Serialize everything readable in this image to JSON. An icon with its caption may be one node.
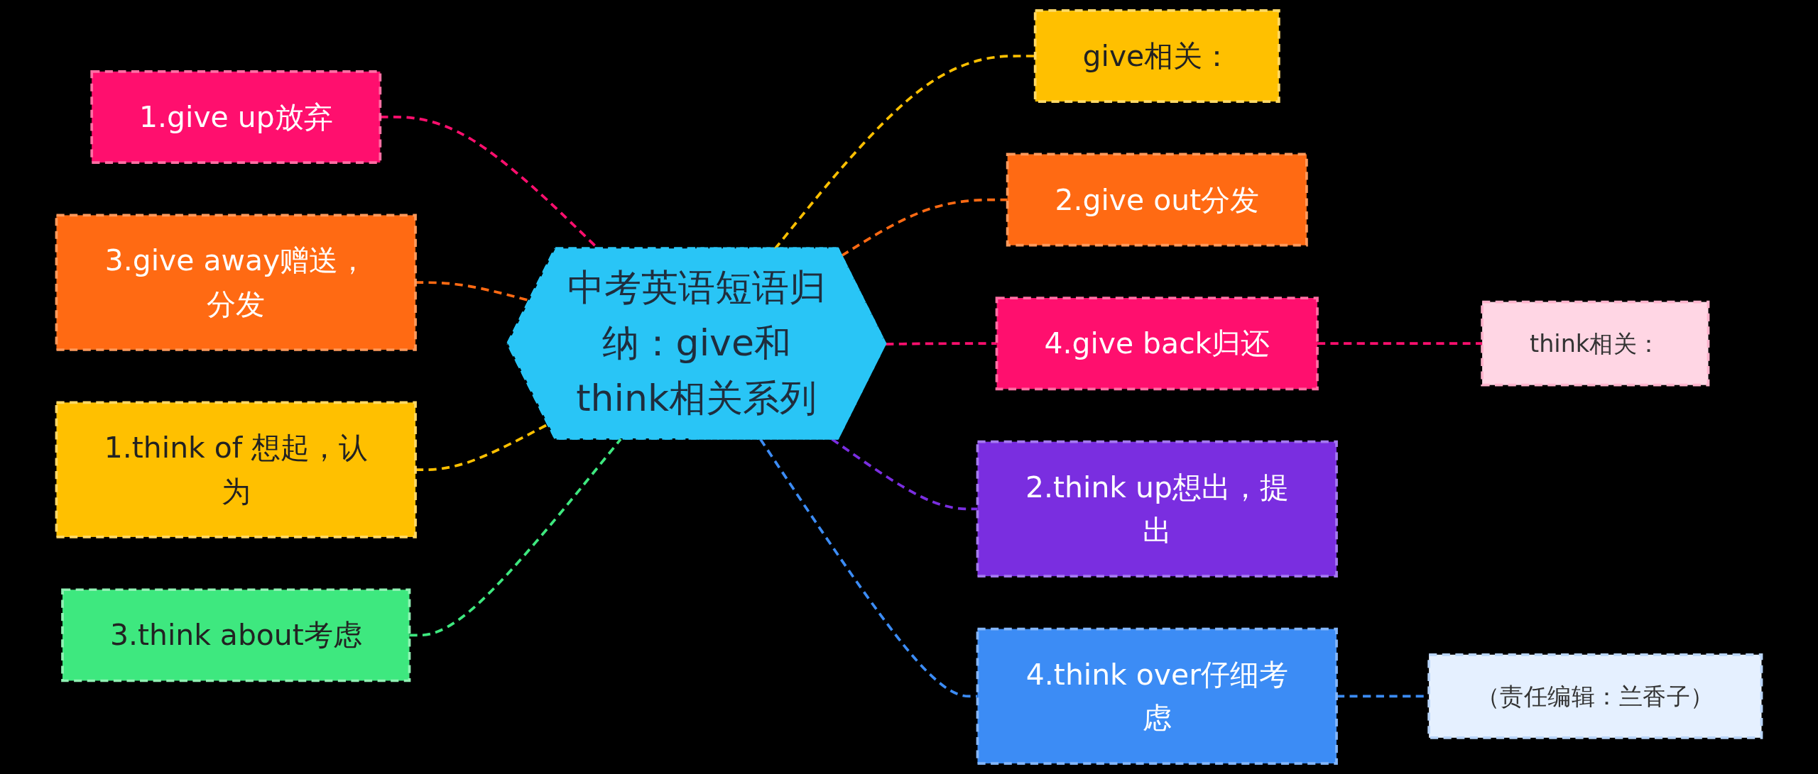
{
  "diagram": {
    "nodes": [
      {
        "text": [
          "中考英语短语归纳：give和think相关系列"
        ]
      },
      {
        "text": [
          "give相关："
        ]
      },
      {
        "text": [
          "2.give out分发"
        ]
      },
      {
        "text": [
          "4.give back归还"
        ]
      },
      {
        "text": [
          "think相关："
        ]
      },
      {
        "text": [
          "2.think up想出，提出"
        ]
      },
      {
        "text": [
          "4.think over仔细考虑"
        ]
      },
      {
        "text": [
          "（责任编辑：兰香子）"
        ]
      },
      {
        "text": [
          "1.give up放弃"
        ]
      },
      {
        "text": [
          "3.give away赠送，分发"
        ]
      },
      {
        "text": [
          "1.think of 想起，认为"
        ]
      },
      {
        "text": [
          "3.think about考虑"
        ]
      }
    ],
    "edges": [
      {
        "from": 0,
        "to": 1,
        "arrow": "none",
        "style": "dashed",
        "color": "#ffc000"
      },
      {
        "from": 0,
        "to": 2,
        "arrow": "none",
        "style": "dashed",
        "color": "#ff6a13"
      },
      {
        "from": 0,
        "to": 3,
        "arrow": "none",
        "style": "dashed",
        "color": "#ff0f6e"
      },
      {
        "from": 3,
        "to": 4,
        "arrow": "none",
        "style": "dashed",
        "color": "#ff0f6e"
      },
      {
        "from": 0,
        "to": 5,
        "arrow": "none",
        "style": "dashed",
        "color": "#7a2ee0"
      },
      {
        "from": 0,
        "to": 6,
        "arrow": "none",
        "style": "dashed",
        "color": "#3c8cf5"
      },
      {
        "from": 6,
        "to": 7,
        "arrow": "none",
        "style": "dashed",
        "color": "#3c8cf5"
      },
      {
        "from": 8,
        "to": 0,
        "arrow": "none",
        "style": "dashed",
        "color": "#ff0f6e"
      },
      {
        "from": 9,
        "to": 0,
        "arrow": "none",
        "style": "dashed",
        "color": "#ff6a13"
      },
      {
        "from": 10,
        "to": 0,
        "arrow": "none",
        "style": "dashed",
        "color": "#ffc000"
      },
      {
        "from": 11,
        "to": 0,
        "arrow": "none",
        "style": "dashed",
        "color": "#3ee87f"
      }
    ]
  }
}
